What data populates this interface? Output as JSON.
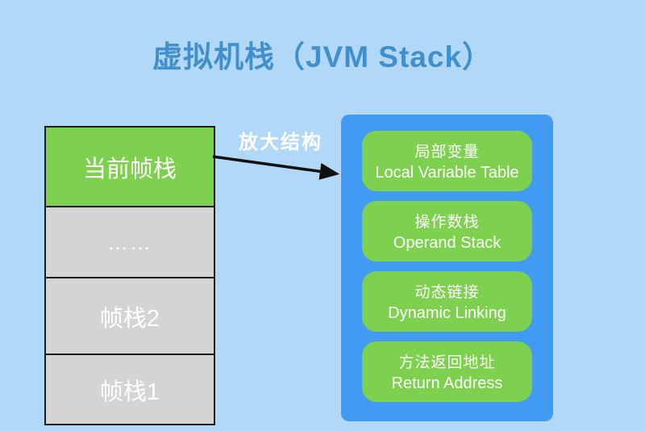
{
  "title": "虚拟机栈（JVM Stack）",
  "colors": {
    "background": "#B2D8F7",
    "title_text": "#4190CC",
    "frame_green": "#7ED14E",
    "frame_gray": "#D4D4D4",
    "frame_border": "#1c1c1c",
    "panel_blue": "#419BF2",
    "box_text": "#FFFFFF",
    "arrow_black": "#111111"
  },
  "stack": {
    "frames": [
      {
        "label": "当前帧栈"
      },
      {
        "label": "……"
      },
      {
        "label": "帧栈2"
      },
      {
        "label": "帧栈1"
      }
    ]
  },
  "arrow": {
    "label": "放大结构"
  },
  "detail_panel": {
    "items": [
      {
        "zh": "局部变量",
        "en": "Local Variable Table"
      },
      {
        "zh": "操作数栈",
        "en": "Operand Stack"
      },
      {
        "zh": "动态链接",
        "en": "Dynamic Linking"
      },
      {
        "zh": "方法返回地址",
        "en": "Return Address"
      }
    ]
  }
}
